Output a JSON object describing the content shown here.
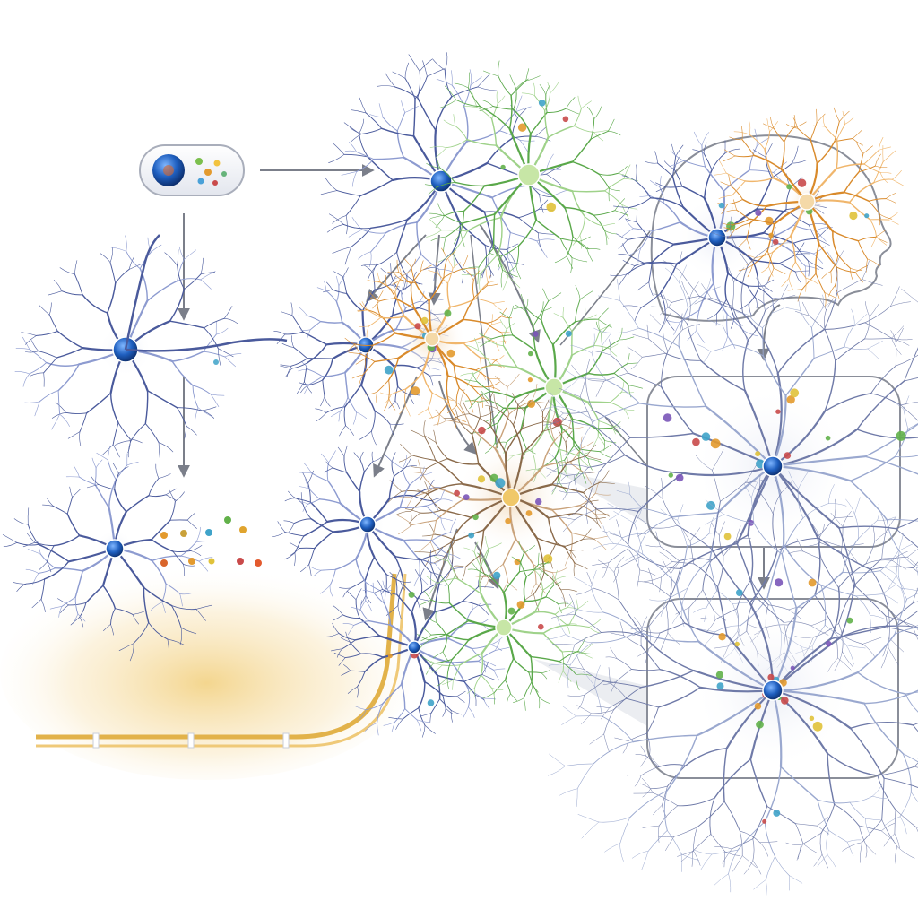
{
  "diagram": {
    "labels": [],
    "colors": {
      "background": "#ffffff",
      "neuron_blue": "#4a5a9c",
      "neuron_blue_light": "#8d9bd0",
      "astrocyte_green": "#5aa84a",
      "oligo_orange": "#d98a2b",
      "nucleus_blue": "#1f5fbf",
      "arrow_gray": "#7b7f8a",
      "panel_border": "#8a8e99",
      "cell_halo": "#dfe3ee",
      "myelin_gold": "#e2b24a",
      "glow_gold": "#f3cf7a"
    },
    "cells": [
      {
        "name": "stem-cell-capsule",
        "type": "progenitor"
      },
      {
        "name": "bipolar-neuron",
        "type": "neuron"
      },
      {
        "name": "neuron-with-vesicles",
        "type": "neuron"
      },
      {
        "name": "top-neuron",
        "type": "neuron"
      },
      {
        "name": "top-astrocyte",
        "type": "astrocyte"
      },
      {
        "name": "mid-neuron",
        "type": "neuron"
      },
      {
        "name": "mid-glia-orange",
        "type": "oligodendrocyte"
      },
      {
        "name": "astrocyte-right",
        "type": "astrocyte"
      },
      {
        "name": "large-mixed-cluster",
        "type": "mixed"
      },
      {
        "name": "lower-neuron",
        "type": "neuron"
      },
      {
        "name": "bottom-neuron-purple",
        "type": "neuron"
      },
      {
        "name": "bottom-astrocyte",
        "type": "astrocyte"
      },
      {
        "name": "head-neuron",
        "type": "neuron"
      },
      {
        "name": "head-glia",
        "type": "oligodendrocyte"
      },
      {
        "name": "panel-1-network",
        "type": "network"
      },
      {
        "name": "panel-2-network",
        "type": "network"
      }
    ]
  }
}
